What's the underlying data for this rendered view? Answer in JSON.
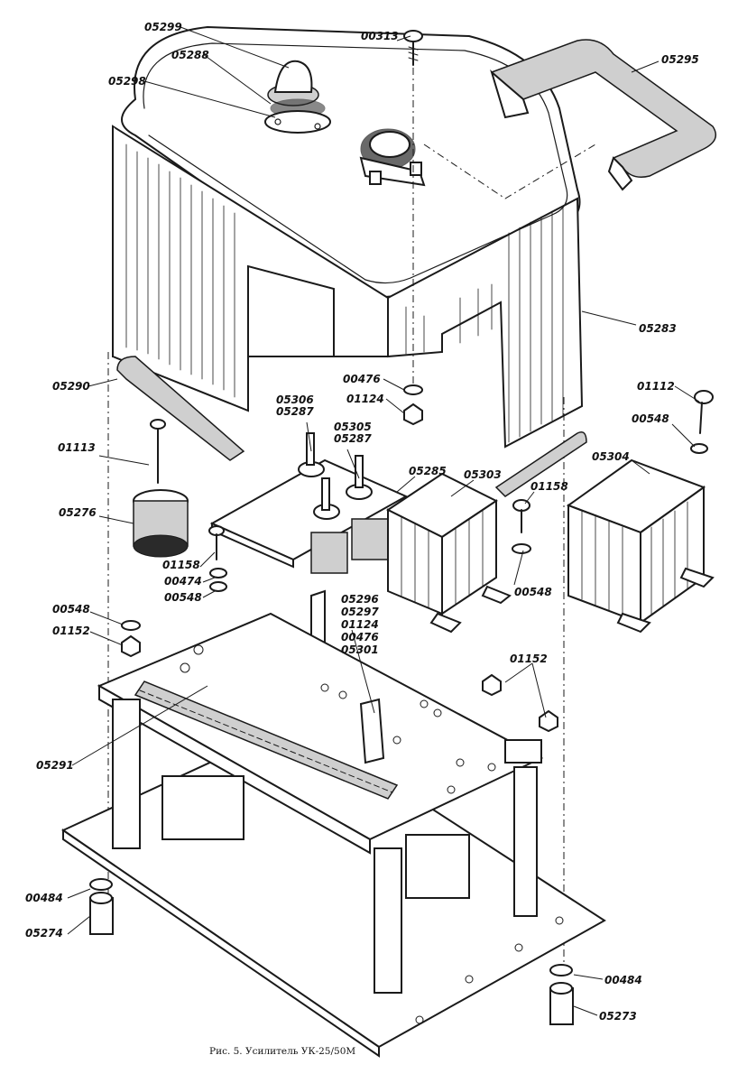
{
  "caption": "Рис. 5. Усилитель УК-25/50М",
  "labels": {
    "p05299": "05299",
    "p05288": "05288",
    "p05298": "05298",
    "p00313": "00313",
    "p05295": "05295",
    "p05283": "05283",
    "p05290": "05290",
    "p00476a": "00476",
    "p01124a": "01124",
    "p05306": "05306",
    "p05287a": "05287",
    "p05305": "05305",
    "p05287b": "05287",
    "p01112": "01112",
    "p00548a": "00548",
    "p05304": "05304",
    "p01113": "01113",
    "p05285": "05285",
    "p05303": "05303",
    "p01158a": "01158",
    "p05276": "05276",
    "p01158b": "01158",
    "p00474": "00474",
    "p00548b": "00548",
    "p00548c": "00548",
    "p00548d": "00548",
    "p01152a": "01152",
    "p05296": "05296",
    "p05297": "05297",
    "p01124b": "01124",
    "p00476b": "00476",
    "p05301": "05301",
    "p01152b": "01152",
    "p05291": "05291",
    "p00484a": "00484",
    "p05274": "05274",
    "p00484b": "00484",
    "p05273": "05273"
  }
}
